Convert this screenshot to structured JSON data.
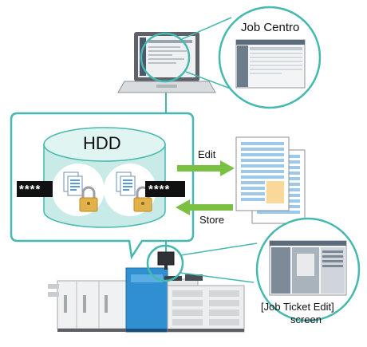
{
  "labels": {
    "job_centro": "Job Centro",
    "hdd": "HDD",
    "edit": "Edit",
    "store": "Store",
    "password_left": "****",
    "password_right": "****",
    "job_ticket_edit_line1": "[Job Ticket Edit]",
    "job_ticket_edit_line2": "screen"
  },
  "colors": {
    "teal": "#45b8b0",
    "hdd_fill": "#c9ebe7",
    "arrow_green": "#7ac143",
    "lock_gold": "#e2b24a",
    "printer_blue": "#2f8fd0",
    "document_blue": "#9cc9ea",
    "document_highlight": "#f9d89a"
  },
  "icons": {
    "laptop": "laptop-icon",
    "lock": "padlock-icon",
    "document": "document-icon",
    "printer": "production-printer-icon",
    "magnifier": "zoom-circle"
  }
}
